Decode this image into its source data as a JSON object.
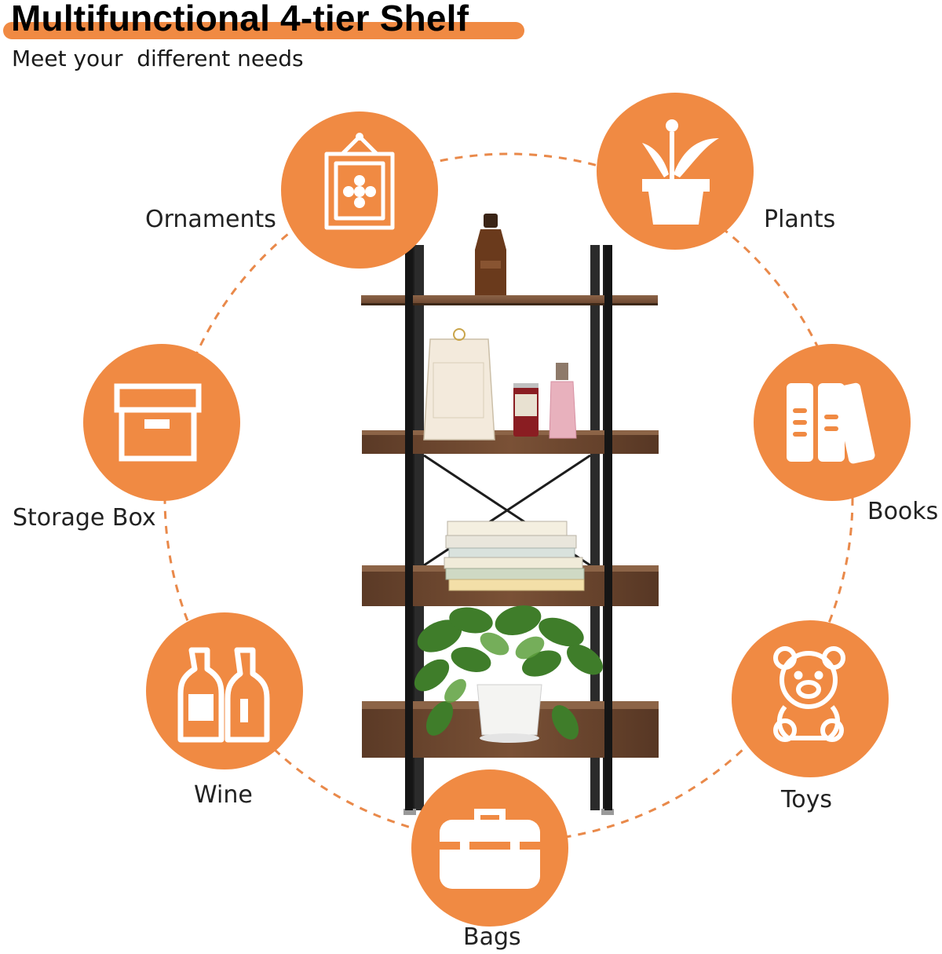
{
  "header": {
    "title": "Multifunctional 4-tier Shelf",
    "subtitle": "Meet your  different needs"
  },
  "colors": {
    "accent": "#f08a43",
    "dashed_ring": "#e9894a",
    "icon_fill": "#ffffff"
  },
  "uses": [
    {
      "label": "Ornaments",
      "icon": "picture-frame-icon"
    },
    {
      "label": "Plants",
      "icon": "potted-plant-icon"
    },
    {
      "label": "Storage Box",
      "icon": "storage-box-icon"
    },
    {
      "label": "Books",
      "icon": "books-icon"
    },
    {
      "label": "Wine",
      "icon": "wine-bottles-icon"
    },
    {
      "label": "Toys",
      "icon": "teddy-bear-icon"
    },
    {
      "label": "Bags",
      "icon": "toolbox-bag-icon"
    }
  ]
}
